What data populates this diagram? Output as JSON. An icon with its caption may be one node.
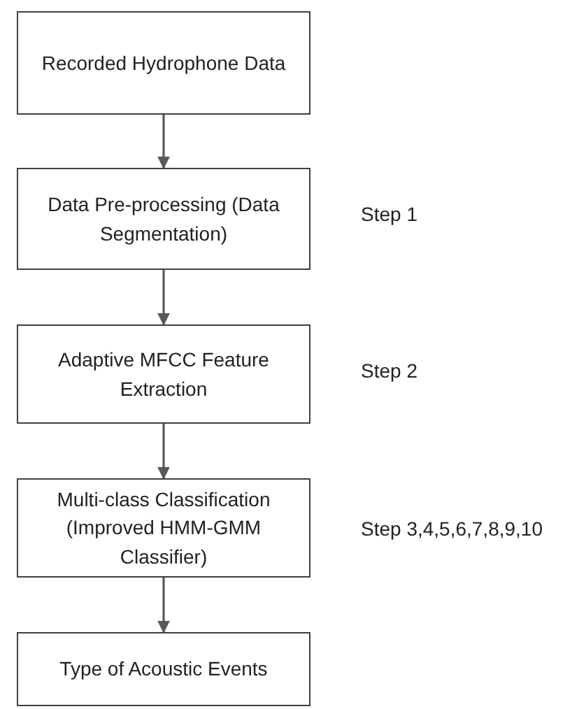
{
  "diagram": {
    "nodes": [
      {
        "text": [
          "Recorded Hydrophone Data"
        ]
      },
      {
        "text": [
          "Data Pre-processing (Data Segmentation)"
        ],
        "beside": [
          "Step 1"
        ]
      },
      {
        "text": [
          "Adaptive MFCC Feature Extraction"
        ],
        "beside": [
          "Step 2"
        ]
      },
      {
        "text": [
          "Multi-class Classification (Improved HMM-GMM Classifier)"
        ],
        "beside": [
          "Step 3,4,5,6,7,8,9,10"
        ]
      },
      {
        "text": [
          "Type of Acoustic Events"
        ]
      }
    ],
    "edges": [
      {
        "from": 0,
        "to": 1,
        "arrow": "to"
      },
      {
        "from": 1,
        "to": 2,
        "arrow": "to"
      },
      {
        "from": 2,
        "to": 3,
        "arrow": "to"
      },
      {
        "from": 3,
        "to": 4,
        "arrow": "to"
      }
    ]
  }
}
